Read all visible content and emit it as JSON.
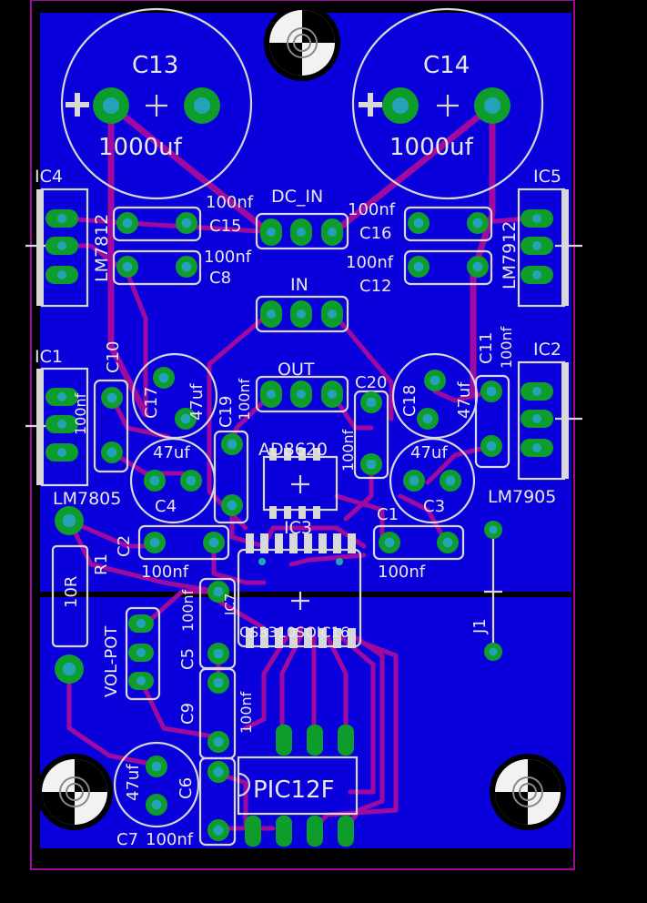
{
  "labels": {
    "c13": "C13",
    "c13_val": "1000uf",
    "c14": "C14",
    "c14_val": "1000uf",
    "ic4": "IC4",
    "lm7812": "LM7812",
    "ic5": "IC5",
    "lm7912": "LM7912",
    "dc_in": "DC_IN",
    "in": "IN",
    "out": "OUT",
    "c15": "C15",
    "c15_val": "100nf",
    "c8": "C8",
    "c8_val": "100nf",
    "c16": "C16",
    "c16_val": "100nf",
    "c12": "C12",
    "c12_val": "100nf",
    "ic1": "IC1",
    "lm7805": "LM7805",
    "ic2": "IC2",
    "lm7905": "LM7905",
    "c10": "C10",
    "c10_val": "100nf",
    "c11": "C11",
    "c11_val": "100nf",
    "c17": "C17",
    "c17_val": "47uf",
    "c18": "C18",
    "c18_val": "47uf",
    "c19": "C19",
    "c19_val": "100nf",
    "c20": "C20",
    "c20_val": "100nf",
    "ad8620": "AD8620",
    "c4": "C4",
    "c4_val": "47uf",
    "c3": "C3",
    "c3_val": "47uf",
    "ic3": "IC3",
    "c2": "C2",
    "c2_val": "100nf",
    "c1": "C1",
    "c1_val": "100nf",
    "r1": "R1",
    "r1_val": "10R",
    "vol_pot": "VOL-POT",
    "c5": "C5",
    "c5_val": "100nf",
    "cs3310": "CS3310SOIC16",
    "j1": "J1",
    "c9": "C9",
    "c9_val": "100nf",
    "c6": "C6",
    "c6_val": "47uf",
    "c7": "C7",
    "c7_val": "100nf",
    "pic12f": "PIC12F",
    "ic7": "IC7"
  },
  "colors": {
    "board": "#0a00dc",
    "trace": "#a00a9e",
    "pad": "#0e9c2a",
    "drill": "#24a3b8",
    "silkscreen": "#d8d8d8"
  }
}
